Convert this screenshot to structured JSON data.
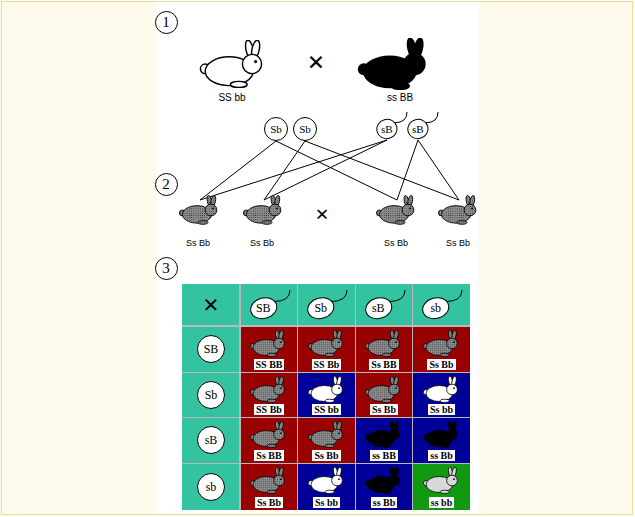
{
  "diagram": {
    "nodes": [
      {
        "text": [
          "1"
        ]
      },
      {
        "text": [
          "Sb"
        ]
      },
      {
        "text": [
          "Sb"
        ]
      },
      {
        "text": [
          "sB"
        ]
      },
      {
        "text": [
          "sB"
        ]
      },
      {
        "text": [
          "2"
        ]
      },
      {
        "text": [
          "3"
        ]
      },
      {
        "text": [
          "SB"
        ]
      },
      {
        "text": [
          "Sb"
        ]
      },
      {
        "text": [
          "sB"
        ]
      },
      {
        "text": [
          "sb"
        ]
      },
      {
        "text": [
          "SB"
        ]
      },
      {
        "text": [
          "SS BB"
        ]
      },
      {
        "text": [
          "SS Bb"
        ]
      },
      {
        "text": [
          "Ss BB"
        ]
      },
      {
        "text": [
          "Ss Bb"
        ]
      },
      {
        "text": [
          "Sb"
        ]
      },
      {
        "text": [
          "SS Bb"
        ]
      },
      {
        "text": [
          "SS bb"
        ]
      },
      {
        "text": [
          "Ss Bb"
        ]
      },
      {
        "text": [
          "Ss bb"
        ]
      },
      {
        "text": [
          "sB"
        ]
      },
      {
        "text": [
          "Ss BB"
        ]
      },
      {
        "text": [
          "Ss Bb"
        ]
      },
      {
        "text": [
          "ss BB"
        ]
      },
      {
        "text": [
          "ss Bb"
        ]
      },
      {
        "text": [
          "sb"
        ]
      },
      {
        "text": [
          "Ss Bb"
        ]
      },
      {
        "text": [
          "Ss bb"
        ]
      },
      {
        "text": [
          "ss Bb"
        ]
      },
      {
        "text": [
          "ss bb"
        ]
      }
    ],
    "labels": [
      "×",
      "SS bb",
      "ss BB",
      "Ss Bb",
      "Ss Bb",
      "×",
      "Ss Bb",
      "Ss Bb",
      "×"
    ]
  }
}
